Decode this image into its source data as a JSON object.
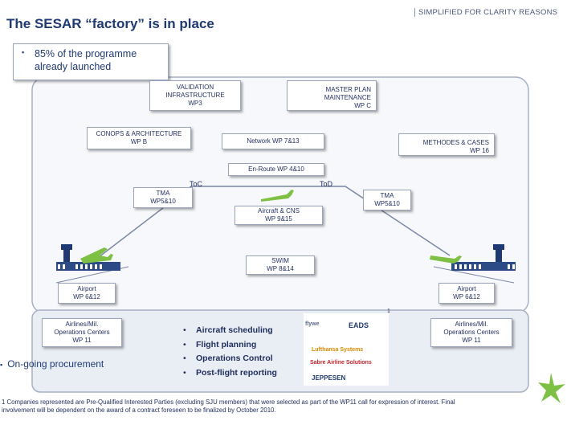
{
  "header": {
    "title": "The SESAR “factory” is in place",
    "disclaimer": "SIMPLIFIED FOR CLARITY REASONS"
  },
  "launched": {
    "bullet": "▪",
    "line1": "85% of the programme",
    "line2": "already launched"
  },
  "boxes": {
    "validation": [
      "VALIDATION",
      "INFRASTRUCTURE",
      "WP3"
    ],
    "masterplan": [
      "MASTER PLAN",
      "MAINTENANCE",
      "WP C"
    ],
    "conops": [
      "CONOPS & ARCHITECTURE",
      "WP B"
    ],
    "network": "Network WP 7&13",
    "methodes": [
      "METHODES & CASES",
      "WP 16"
    ],
    "enroute": "En-Route WP 4&10",
    "tma_left": [
      "TMA",
      "WP5&10"
    ],
    "tma_right": [
      "TMA",
      "WP5&10"
    ],
    "aircraft_cns": [
      "Aircraft & CNS",
      "WP 9&15"
    ],
    "swim": [
      "SWIM",
      "WP 8&14"
    ],
    "airport_left": [
      "Airport",
      "WP 6&12"
    ],
    "airport_right": [
      "Airport",
      "WP 6&12"
    ],
    "airlines_left": [
      "Airlines/Mil.",
      "Operations Centers",
      "WP 11"
    ],
    "airlines_right": [
      "Airlines/Mil.",
      "Operations Centers",
      "WP 11"
    ]
  },
  "labels": {
    "toc": "ToC",
    "tod": "ToD",
    "footnote_marker": "1"
  },
  "procurement": {
    "bullet": "▪",
    "text": "On-going procurement"
  },
  "activities": [
    "Aircraft scheduling",
    "Flight planning",
    "Operations Control",
    "Post-flight reporting"
  ],
  "logos": {
    "flyw": "flywe",
    "eads": "EADS",
    "lufthansa": "Lufthansa Systems",
    "sabre": "Sabre Airline Solutions",
    "jeppesen": "JEPPESEN"
  },
  "footnote": {
    "line1": "1 Companies represented are Pre-Qualified Interested Parties (excluding SJU members) that were selected as part of the WP11 call for expression of interest. Final",
    "line2": "involvement will be dependent on the award of a contract foreseen to be finalized by October 2010."
  },
  "colors": {
    "accent_green": "#7dc043",
    "frame": "#9aa4bd",
    "title": "#1f3a73",
    "bg_band": "#e9edf4"
  },
  "icons": [
    "control-tower-icon",
    "airplane-icon",
    "star-icon"
  ]
}
